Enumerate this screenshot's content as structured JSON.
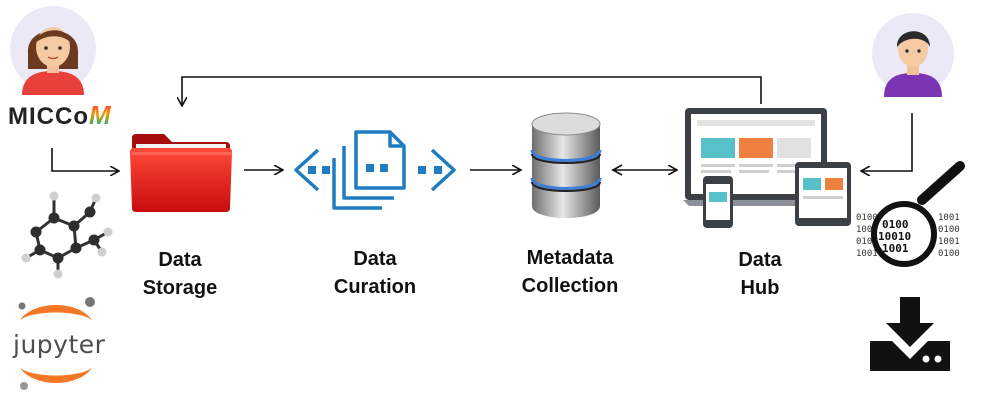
{
  "stages": [
    {
      "id": "storage",
      "line1": "Data",
      "line2": "Storage"
    },
    {
      "id": "curation",
      "line1": "Data",
      "line2": "Curation"
    },
    {
      "id": "metadata",
      "line1": "Metadata",
      "line2": "Collection"
    },
    {
      "id": "hub",
      "line1": "Data",
      "line2": "Hub"
    }
  ],
  "left_panel": {
    "org_name": "MICCo",
    "org_suffix": "M",
    "notebook_name": "jupyter"
  },
  "right_panel": {
    "binary_text": [
      "0100",
      "1001",
      "10010",
      "1001",
      "0100",
      "10010"
    ]
  },
  "icons": {
    "user_left": "user-avatar-female-icon",
    "user_right": "user-avatar-male-icon",
    "molecule": "molecule-icon",
    "folder": "folder-icon",
    "curation": "document-stack-icon",
    "database": "database-icon",
    "devices": "devices-icon",
    "search": "magnifier-binary-icon",
    "download": "download-icon"
  },
  "colors": {
    "folder": "#e01b1b",
    "curation": "#1f7cc0",
    "avatar_bg": "#ece9f6",
    "accent_orange": "#f08040",
    "accent_teal": "#56c1c8",
    "jupyter_orange": "#f37726"
  }
}
